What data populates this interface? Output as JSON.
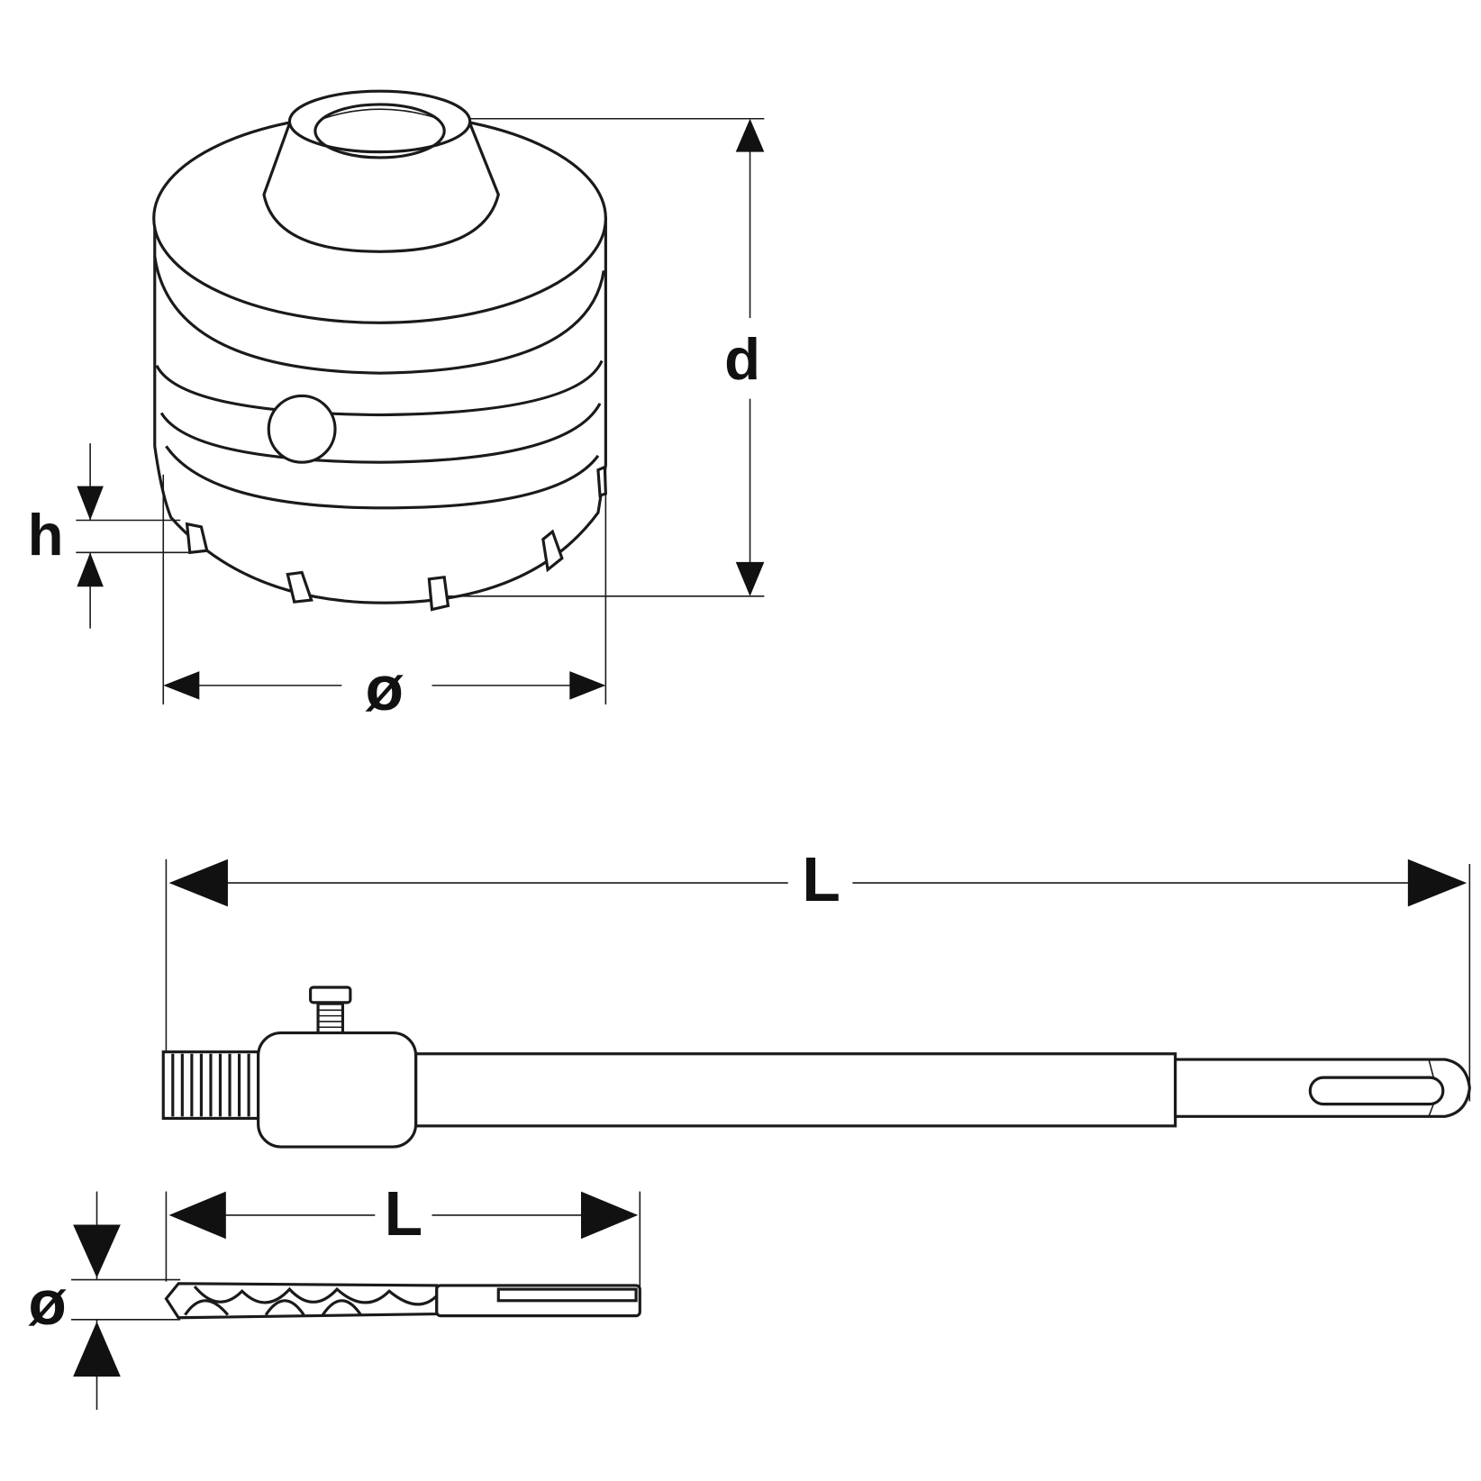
{
  "core_bit": {
    "depth_label": "d",
    "tooth_height_label": "h",
    "diameter_label": "ø"
  },
  "adapter": {
    "length_label": "L"
  },
  "pilot_drill": {
    "length_label": "L",
    "diameter_label": "ø"
  },
  "colors": {
    "line": "#1a1a1a",
    "background": "#ffffff"
  }
}
